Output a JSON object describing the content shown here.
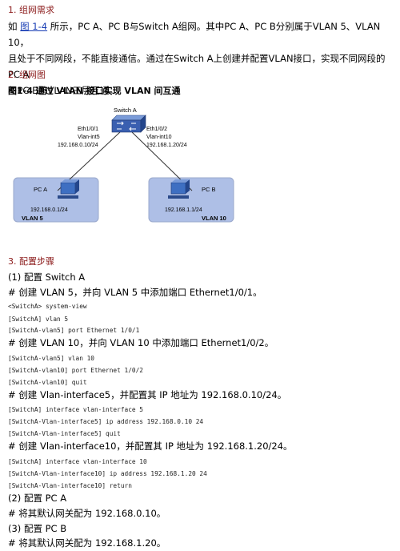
{
  "s1": {
    "heading": "1. 组网需求",
    "lead": "如 ",
    "link": "图 1-4",
    "line1_rest": " 所示，PC A、PC B与Switch A组网。其中PC A、PC B分别属于VLAN 5、VLAN 10，",
    "line2": "且处于不同网段，不能直接通信。通过在Switch A上创建并配置VLAN接口，实现不同网段的PC A",
    "line3": "与PC B跨VLAN三层互通。"
  },
  "s2": {
    "heading": "2. 组网图",
    "figure_caption": "图1-4  通过 VLAN 接口实现 VLAN 间互通"
  },
  "diagram": {
    "switch_label": "Switch A",
    "left_port": "Eth1/0/1",
    "left_vlanif": "Vlan-int5",
    "left_ip": "192.168.0.10/24",
    "right_port": "Eth1/0/2",
    "right_vlanif": "Vlan-int10",
    "right_ip": "192.168.1.20/24",
    "pc_a": "PC A",
    "pc_a_ip": "192.168.0.1/24",
    "vlan_a": "VLAN 5",
    "pc_b": "PC B",
    "pc_b_ip": "192.168.1.1/24",
    "vlan_b": "VLAN 10",
    "vlan_fill": "#aebfe6"
  },
  "s3": {
    "heading": "3. 配置步骤",
    "step1": "(1)    配置 Switch A",
    "c1": "# 创建 VLAN 5，并向 VLAN 5 中添加端口 Ethernet1/0/1。",
    "code1": [
      "<SwitchA> system-view",
      "[SwitchA] vlan 5",
      "[SwitchA-vlan5] port Ethernet 1/0/1"
    ],
    "c2": "# 创建 VLAN 10，并向 VLAN 10 中添加端口 Ethernet1/0/2。",
    "code2": [
      "[SwitchA-vlan5] vlan 10",
      "[SwitchA-vlan10] port Ethernet 1/0/2",
      "[SwitchA-vlan10] quit"
    ],
    "c3": "# 创建 Vlan-interface5，并配置其 IP 地址为 192.168.0.10/24。",
    "code3": [
      "[SwitchA] interface vlan-interface 5",
      "[SwitchA-Vlan-interface5] ip address 192.168.0.10 24",
      "[SwitchA-Vlan-interface5] quit"
    ],
    "c4": "# 创建 Vlan-interface10，并配置其 IP 地址为 192.168.1.20/24。",
    "code4": [
      "[SwitchA] interface vlan-interface 10",
      "[SwitchA-Vlan-interface10] ip address 192.168.1.20 24",
      "[SwitchA-Vlan-interface10] return"
    ],
    "step2": "(2)    配置 PC A",
    "c5": "# 将其默认网关配为 192.168.0.10。",
    "step3": "(3)    配置 PC B",
    "c6": "# 将其默认网关配为 192.168.1.20。"
  }
}
